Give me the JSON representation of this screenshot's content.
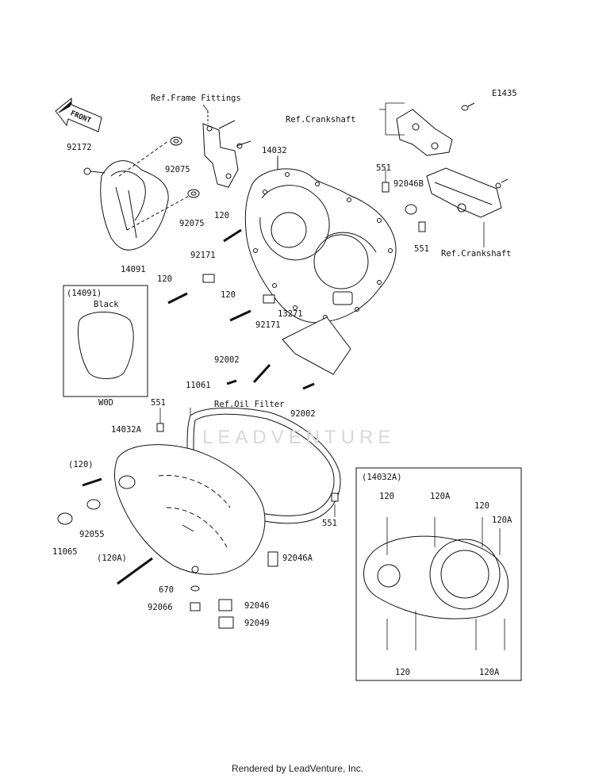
{
  "diagram_code": "E1435",
  "watermark": "LEADVENTURE",
  "footer": "Rendered by LeadVenture, Inc.",
  "front_arrow": "FRONT",
  "refs": {
    "frame_fittings": "Ref.Frame Fittings",
    "crankshaft_top": "Ref.Crankshaft",
    "crankshaft_bottom": "Ref.Crankshaft",
    "oil_filter": "Ref.Oil Filter"
  },
  "parts": {
    "p92172": "92172",
    "p92075a": "92075",
    "p92075b": "92075",
    "p14091": "14091",
    "p14032": "14032",
    "p551a": "551",
    "p92046b": "92046B",
    "p551b": "551",
    "p120a": "120",
    "p92171a": "92171",
    "p120b": "120",
    "p120c": "120",
    "p92171b": "92171",
    "p13271": "13271",
    "p92002a": "92002",
    "p92002b": "92002",
    "p11061": "11061",
    "p551c": "551",
    "p14032a": "14032A",
    "p120paren": "(120)",
    "p92055": "92055",
    "p11065": "11065",
    "p120aparen": "(120A)",
    "p670": "670",
    "p92066": "92066",
    "p92046a": "92046A",
    "p92046": "92046",
    "p92049": "92049",
    "p551d": "551"
  },
  "inset_cover": {
    "title": "(14091)",
    "color": "Black",
    "code": "W0D"
  },
  "inset_bolts": {
    "title": "(14032A)",
    "top_labels": [
      "120",
      "120A",
      "120",
      "120A"
    ],
    "bottom_labels": [
      "120",
      "120A"
    ]
  }
}
